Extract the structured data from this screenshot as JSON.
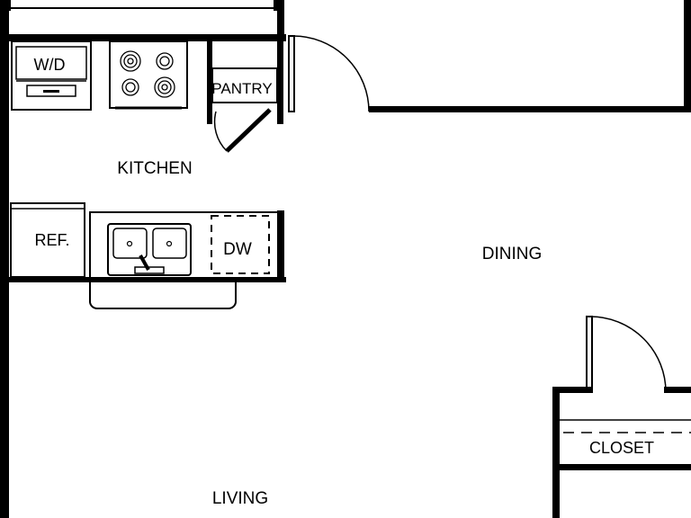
{
  "rooms": {
    "kitchen": "KITCHEN",
    "dining": "DINING",
    "living": "LIVING",
    "closet": "CLOSET"
  },
  "fixtures": {
    "washer_dryer": "W/D",
    "pantry": "PANTRY",
    "refrigerator": "REF.",
    "dishwasher": "DW"
  },
  "colors": {
    "wall": "#000000",
    "background": "#ffffff"
  },
  "icons": [
    "cooktop-icon",
    "double-sink-icon",
    "faucet-icon",
    "door-swing-icon"
  ]
}
